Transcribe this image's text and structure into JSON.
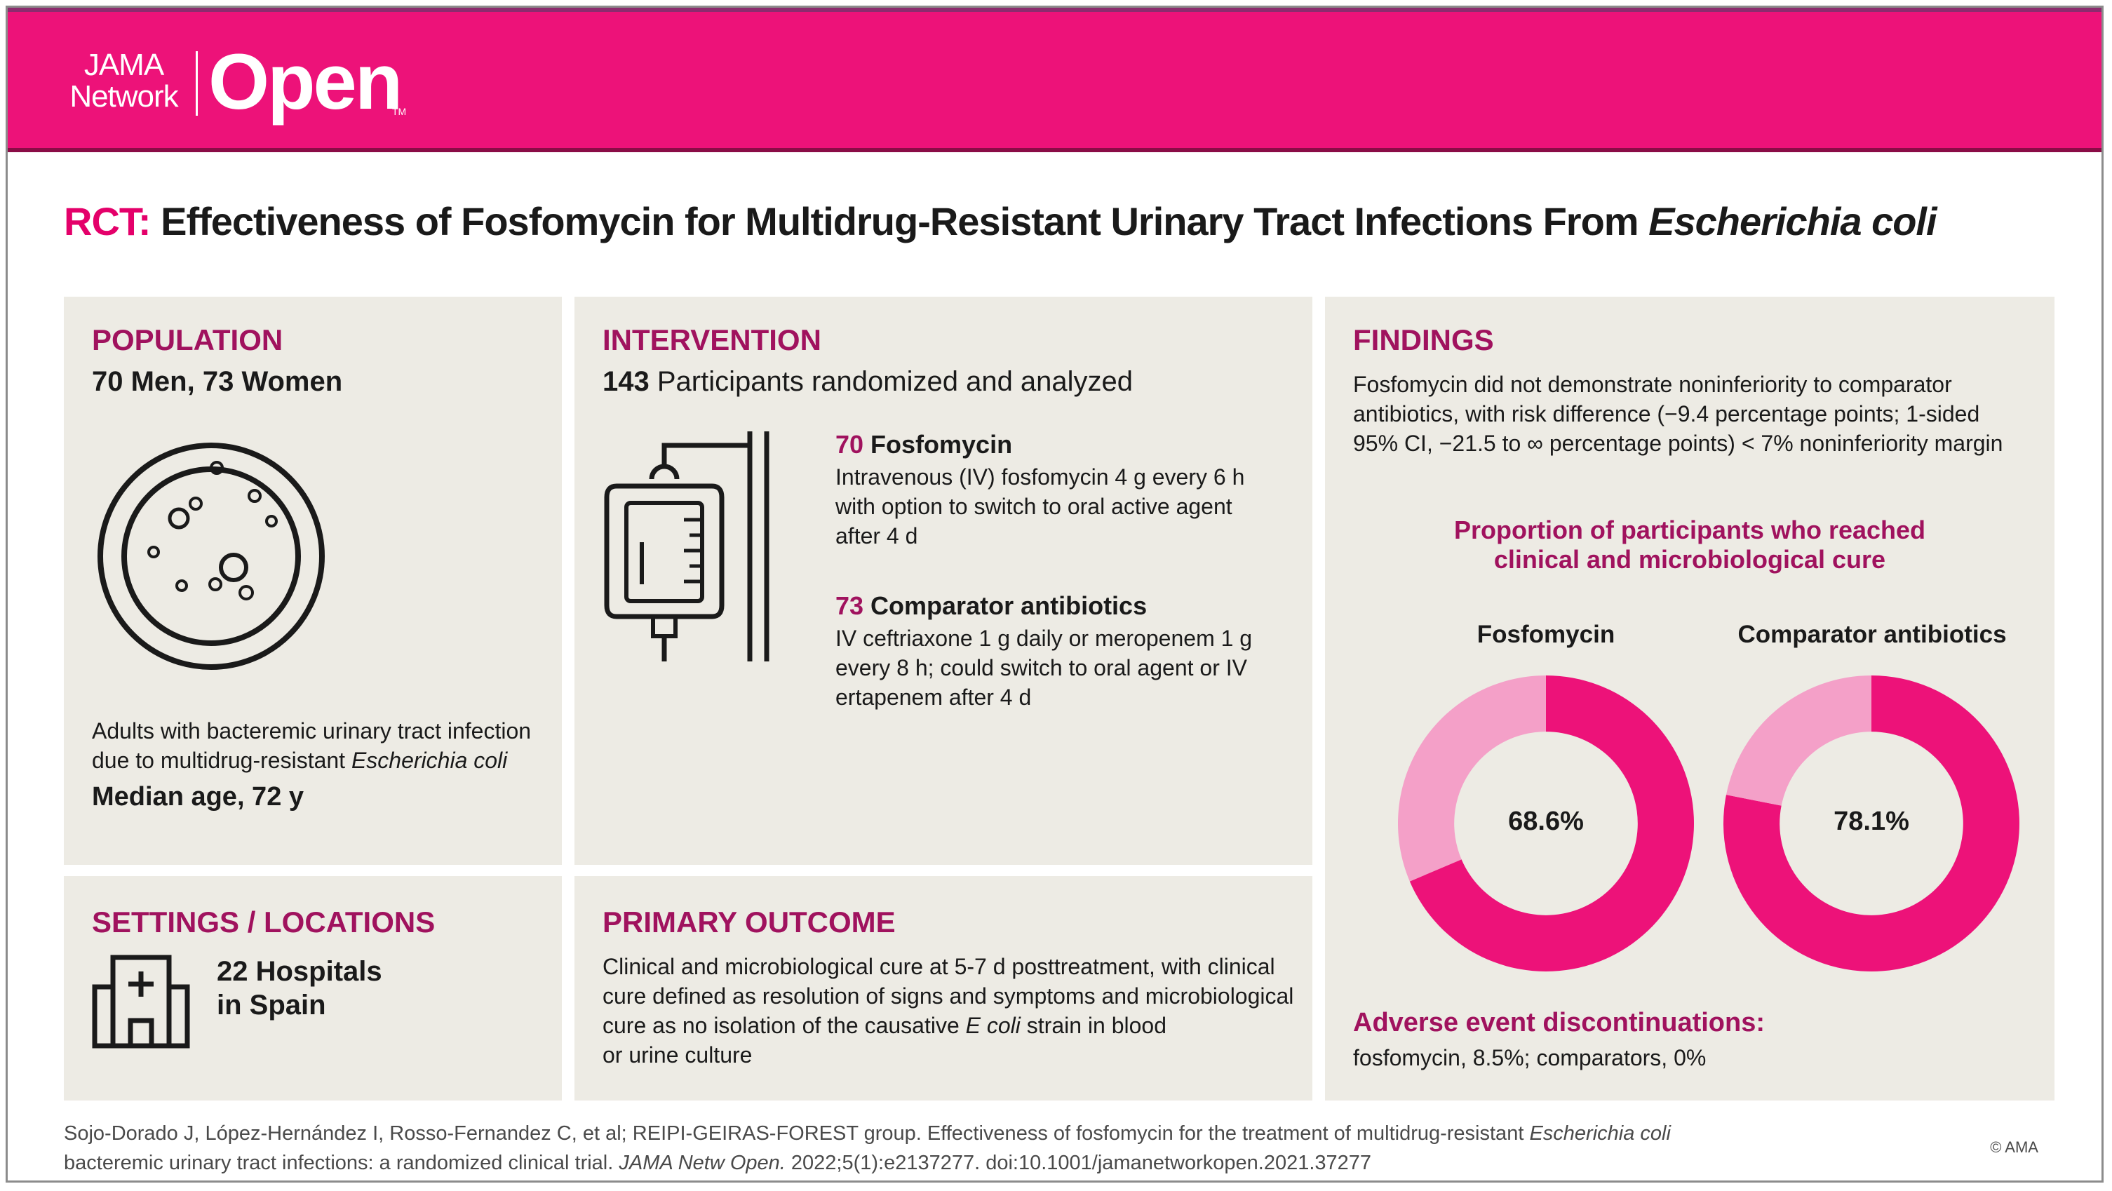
{
  "logo": {
    "line1": "JAMA",
    "line2": "Network",
    "brand": "Open",
    "tm": "TM"
  },
  "title": {
    "prefix": "RCT:",
    "main": "Effectiveness of Fosfomycin for Multidrug-Resistant Urinary Tract Infections From ",
    "italic": "Escherichia coli"
  },
  "colors": {
    "brand": "#ed1279",
    "heading": "#a0125e",
    "panel": "#edebe4",
    "donut_dark": "#ed1279",
    "donut_light": "#f4a0c8"
  },
  "population": {
    "heading": "POPULATION",
    "counts": "70 Men, 73 Women",
    "desc1": "Adults with bacteremic urinary tract infection",
    "desc2_prefix": "due to multidrug-resistant ",
    "desc2_italic": "Escherichia coli",
    "median": "Median age, 72 y",
    "icon": "petri-dish-icon"
  },
  "settings": {
    "heading": "SETTINGS / LOCATIONS",
    "line1": "22 Hospitals",
    "line2": "in Spain",
    "icon": "hospital-icon"
  },
  "intervention": {
    "heading": "INTERVENTION",
    "total_num": "143",
    "total_text": " Participants randomized and analyzed",
    "icon": "iv-bag-icon",
    "arm1": {
      "num": "70",
      "name": " Fosfomycin",
      "lines": [
        "Intravenous (IV) fosfomycin 4 g every 6 h",
        "with option to switch to oral active agent",
        "after 4 d"
      ]
    },
    "arm2": {
      "num": "73",
      "name": " Comparator antibiotics",
      "lines": [
        "IV ceftriaxone 1 g daily or meropenem 1 g",
        "every 8 h; could switch to oral agent or IV",
        "ertapenem after 4 d"
      ]
    }
  },
  "outcome": {
    "heading": "PRIMARY OUTCOME",
    "line1": "Clinical and microbiological cure at 5-7 d posttreatment, with clinical",
    "line2": "cure defined as resolution of signs and symptoms and microbiological",
    "line3_prefix": "cure as no isolation of the causative ",
    "line3_italic": "E coli",
    "line3_suffix": " strain in blood",
    "line4": "or urine culture"
  },
  "findings": {
    "heading": "FINDINGS",
    "lines": [
      "Fosfomycin did not demonstrate noninferiority to comparator",
      "antibiotics, with risk difference (−9.4 percentage points; 1-sided",
      "95% CI, −21.5 to ∞ percentage points) < 7% noninferiority margin"
    ],
    "chart_title1": "Proportion of participants who reached",
    "chart_title2": "clinical and microbiological cure",
    "ae_heading": "Adverse event discontinuations:",
    "ae_text": "fosfomycin, 8.5%; comparators, 0%"
  },
  "chart_data": {
    "type": "pie",
    "title": "Proportion of participants who reached clinical and microbiological cure",
    "series": [
      {
        "name": "Fosfomycin",
        "value": 68.6,
        "label": "68.6%"
      },
      {
        "name": "Comparator antibiotics",
        "value": 78.1,
        "label": "78.1%"
      }
    ]
  },
  "citation": {
    "line1_prefix": "Sojo-Dorado J, López-Hernández I, Rosso-Fernandez C, et al; REIPI-GEIRAS-FOREST group. Effectiveness of fosfomycin for the treatment of multidrug-resistant ",
    "line1_italic": "Escherichia coli",
    "line2_prefix": "bacteremic urinary tract infections: a randomized clinical trial. ",
    "line2_italic": "JAMA Netw Open.",
    "line2_suffix": " 2022;5(1):e2137277. doi:10.1001/jamanetworkopen.2021.37277",
    "copyright": "© AMA"
  }
}
